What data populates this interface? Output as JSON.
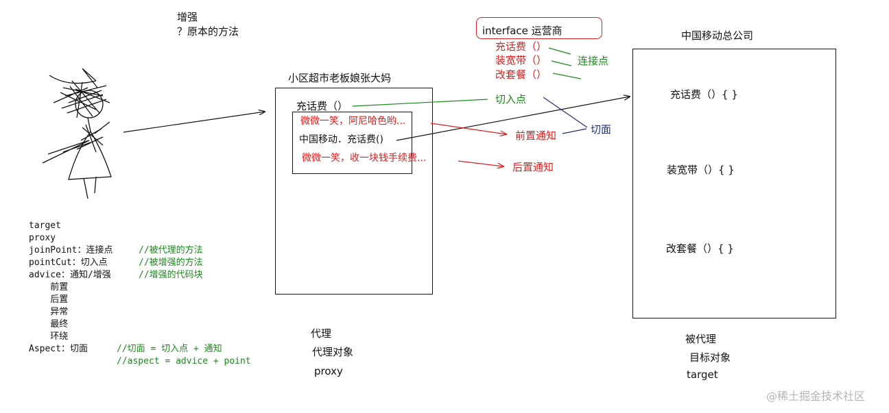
{
  "top_notes": {
    "line1": "增强",
    "line2": "？原本的方法"
  },
  "interface_box": {
    "title": "interface  运营商",
    "methods": [
      "充话费（）",
      "装宽带（）",
      "改套餐（）"
    ],
    "join_label": "连接点"
  },
  "proxy_box": {
    "title": "小区超市老板娘张大妈",
    "method": "充话费（）",
    "before_advice": "微微一笑，阿尼哈色哟...",
    "target_call": "中国移动．充话费()",
    "after_advice": "微微一笑，收一块钱手续费...",
    "caption": [
      "代理",
      "代理对象",
      "proxy"
    ]
  },
  "pointcut_label": "切入点",
  "before_label": "前置通知",
  "after_label": "后置通知",
  "aspect_label": "切面",
  "target_box": {
    "title": "中国移动总公司",
    "methods": [
      "充话费（）{   }",
      "装宽带（）{   }",
      "改套餐（）{   }"
    ],
    "caption": [
      "被代理",
      "目标对象",
      "target"
    ]
  },
  "glossary": {
    "lines": [
      {
        "text": "target",
        "comment": ""
      },
      {
        "text": "proxy",
        "comment": ""
      },
      {
        "text": "joinPoint：连接点",
        "comment": "//被代理的方法"
      },
      {
        "text": "pointCut：切入点",
        "comment": "//被增强的方法"
      },
      {
        "text": "advice：通知/增强",
        "comment": "//增强的代码块"
      },
      {
        "text": "    前置",
        "comment": ""
      },
      {
        "text": "    后置",
        "comment": ""
      },
      {
        "text": "    异常",
        "comment": ""
      },
      {
        "text": "    最终",
        "comment": ""
      },
      {
        "text": "    环绕",
        "comment": ""
      },
      {
        "text": "Aspect：切面",
        "comment": "//切面 = 切入点 + 通知"
      },
      {
        "text": "",
        "comment": "//aspect = advice + point"
      }
    ]
  },
  "watermark": "@稀土掘金技术社区",
  "colors": {
    "red": "#e01c1c",
    "green": "#1a8a1a",
    "navy": "#1f2f7a"
  }
}
